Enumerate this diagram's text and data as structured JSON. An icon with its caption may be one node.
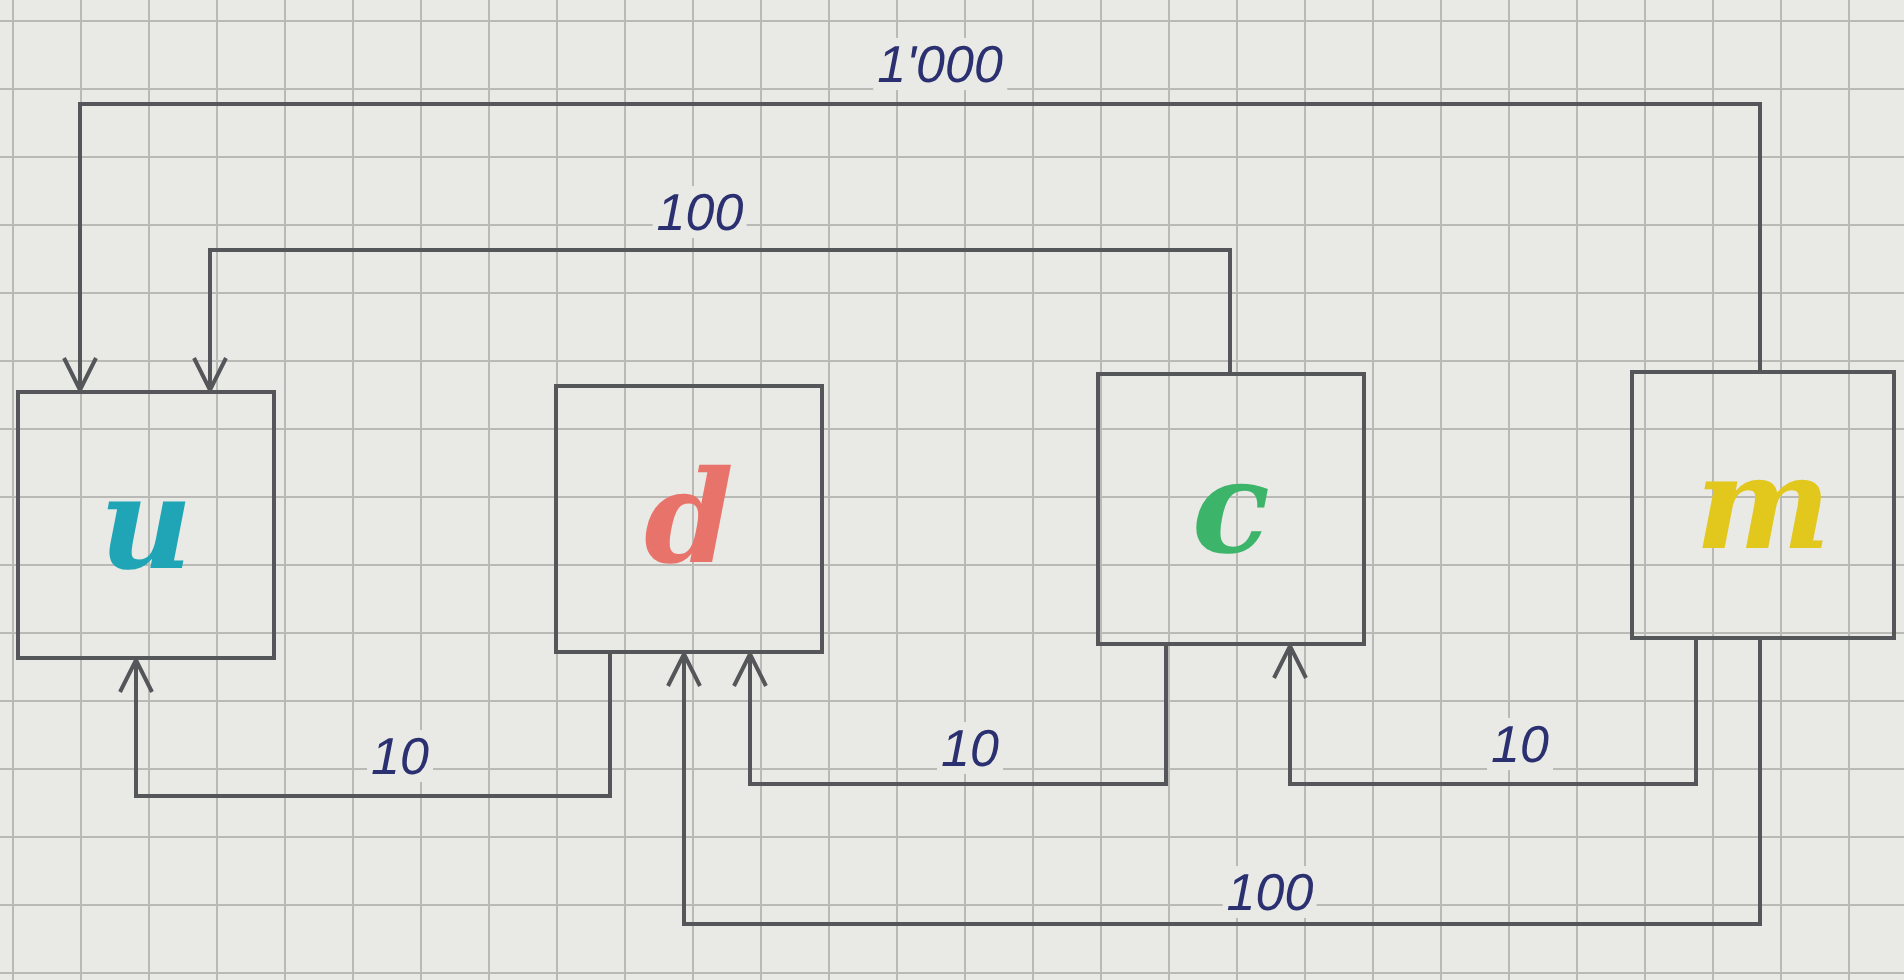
{
  "diagram": {
    "nodes": [
      {
        "text": [
          "u"
        ]
      },
      {
        "text": [
          "d"
        ]
      },
      {
        "text": [
          "c"
        ]
      },
      {
        "text": [
          "m"
        ]
      }
    ],
    "edges": [
      {
        "from": 3,
        "to": 0,
        "arrow": "to",
        "label": "1'000"
      },
      {
        "from": 2,
        "to": 0,
        "arrow": "to",
        "label": "100"
      },
      {
        "from": 1,
        "to": 0,
        "arrow": "to",
        "label": "10"
      },
      {
        "from": 2,
        "to": 1,
        "arrow": "to",
        "label": "10"
      },
      {
        "from": 3,
        "to": 2,
        "arrow": "to",
        "label": "10"
      },
      {
        "from": 3,
        "to": 1,
        "arrow": "to",
        "label": "100"
      }
    ]
  }
}
